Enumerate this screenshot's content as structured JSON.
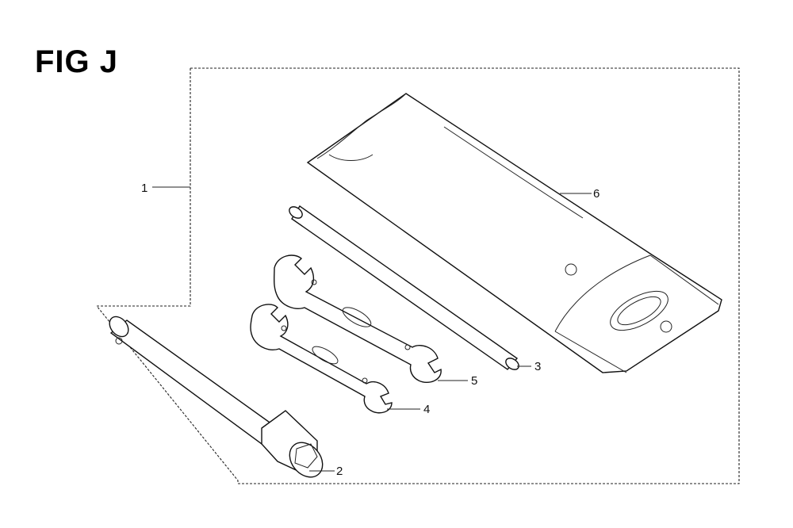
{
  "figure": {
    "title": "FIG J"
  },
  "callouts": [
    {
      "id": "1",
      "label": "1"
    },
    {
      "id": "2",
      "label": "2"
    },
    {
      "id": "3",
      "label": "3"
    },
    {
      "id": "4",
      "label": "4"
    },
    {
      "id": "5",
      "label": "5"
    },
    {
      "id": "6",
      "label": "6"
    }
  ]
}
